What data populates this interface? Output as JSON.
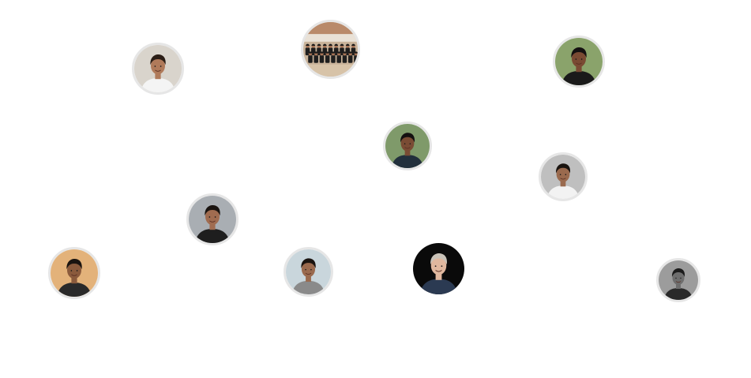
{
  "team_cloud": {
    "avatars": [
      {
        "kind": "person",
        "bg": "#d9d4cc",
        "skin": "#b07a5a",
        "hair": "#2b1e16",
        "shirt": "#f4f4f4"
      },
      {
        "kind": "group-photo",
        "bg": "#c9b39a",
        "skin": "#a87456",
        "hair": "#1a1a1a",
        "shirt": "#1e1e1e"
      },
      {
        "kind": "person",
        "bg": "#8aa36b",
        "skin": "#7a4a33",
        "hair": "#141010",
        "shirt": "#1a1a1a"
      },
      {
        "kind": "person",
        "bg": "#7f9a6a",
        "skin": "#7a4c34",
        "hair": "#141010",
        "shirt": "#22303c"
      },
      {
        "kind": "person",
        "bg": "#bfbfbf",
        "skin": "#9a6a4e",
        "hair": "#1a1410",
        "shirt": "#f2f2f2"
      },
      {
        "kind": "person",
        "bg": "#a9aeb3",
        "skin": "#a06c50",
        "hair": "#1a1410",
        "shirt": "#1e1e1e"
      },
      {
        "kind": "person",
        "bg": "#e3b27a",
        "skin": "#8a5a3c",
        "hair": "#1a1410",
        "shirt": "#2a2a2a"
      },
      {
        "kind": "person",
        "bg": "#c9d6dc",
        "skin": "#9a6a4e",
        "hair": "#1a1410",
        "shirt": "#8a8a8a"
      },
      {
        "kind": "person",
        "bg": "#0a0a0a",
        "skin": "#e0b79e",
        "hair": "#c9c2b8",
        "shirt": "#2b3a52"
      },
      {
        "kind": "person",
        "bg": "#9c9c9c",
        "skin": "#6e6e6e",
        "hair": "#1c1c1c",
        "shirt": "#2a2a2a"
      }
    ]
  }
}
